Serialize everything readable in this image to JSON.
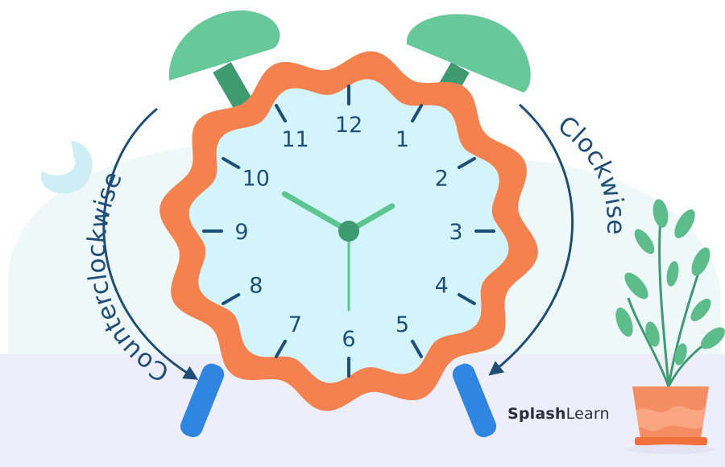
{
  "diagram": {
    "clock_numbers": [
      "12",
      "1",
      "2",
      "3",
      "4",
      "5",
      "6",
      "7",
      "8",
      "9",
      "10",
      "11"
    ],
    "label_counterclockwise": "Counterclockwise",
    "label_clockwise": "Clockwise",
    "hands": {
      "hour": 2,
      "minute": 10,
      "second": 6
    }
  },
  "brand": {
    "part1": "Splash",
    "part2": "Learn"
  },
  "colors": {
    "bell": "#67c99a",
    "bell_stem": "#3e9a6f",
    "frame": "#f5814f",
    "face": "#d3f4fb",
    "legs": "#2f86e0",
    "ink": "#1f4e79",
    "hands": "#5ec490",
    "pot": "#f58d63",
    "leaf": "#5cbc8a",
    "blob": "#eef8f8",
    "floor": "#eeeefb"
  }
}
